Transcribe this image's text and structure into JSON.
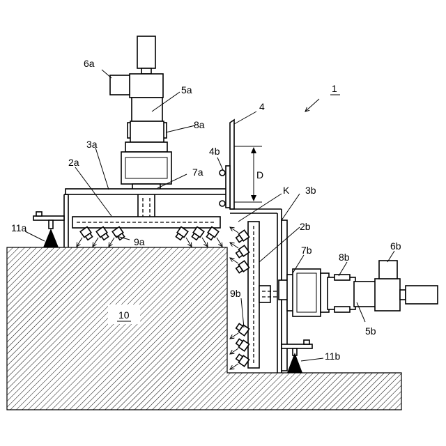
{
  "labels": {
    "l1": "1",
    "l2a": "2a",
    "l2b": "2b",
    "l3a": "3a",
    "l3b": "3b",
    "l4": "4",
    "l4b": "4b",
    "l5a": "5a",
    "l5b": "5b",
    "l6a": "6a",
    "l6b": "6b",
    "l7a": "7a",
    "l7b": "7b",
    "l8a": "8a",
    "l8b": "8b",
    "l9a": "9a",
    "l9b": "9b",
    "l10": "10",
    "l11a": "11a",
    "l11b": "11b",
    "lK": "K",
    "lD": "D"
  }
}
